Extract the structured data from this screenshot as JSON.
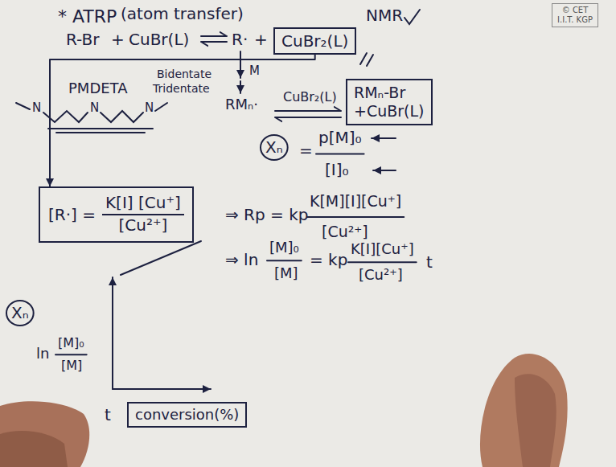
{
  "diagram": {
    "nodes": [
      {
        "text": [
          "© CET I.I.T. KGP"
        ]
      },
      {
        "text": [
          "CuBr₂(L)"
        ]
      },
      {
        "text": [
          "RMₙ-Br",
          "+CuBr(L)"
        ]
      },
      {
        "text": [
          "[R·] =",
          "K[I] [Cu⁺]",
          "[Cu²⁺]"
        ]
      },
      {
        "text": [
          "conversion(%)"
        ]
      }
    ],
    "edges": [
      {
        "from": 1,
        "to": 3,
        "arrow": "to"
      }
    ],
    "labels": [
      "* ATRP",
      "(atom transfer)",
      "NMR",
      "R-Br",
      "+",
      "CuBr(L)",
      "R·",
      "+",
      "Bidentate",
      "Tridentate",
      "M",
      "PMDETA",
      "N",
      "N",
      "N",
      "RMₙ·",
      "CuBr₂(L)",
      "Xₙ",
      "=",
      "p[M]₀",
      "[I]₀",
      "⇒ Rp = kp",
      "K[M][I][Cu⁺]",
      "[Cu²⁺]",
      "⇒ ln",
      "[M]₀",
      "[M]",
      "= kp",
      "K[I][Cu⁺]",
      "[Cu²⁺]",
      "t",
      "Xₙ",
      "ln",
      "[M]₀",
      "[M]",
      "t"
    ]
  }
}
